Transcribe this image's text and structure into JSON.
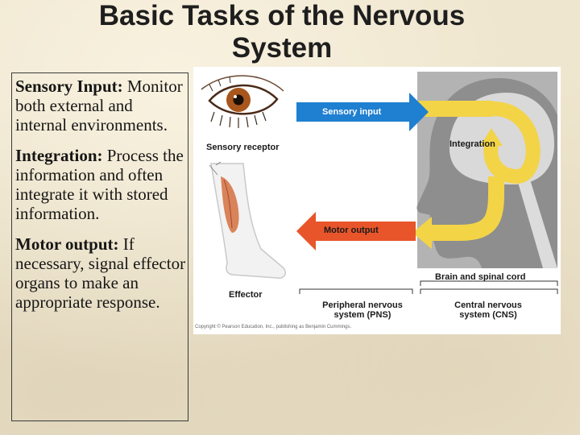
{
  "title": "Basic Tasks of the Nervous System",
  "sections": [
    {
      "term": "Sensory Input:",
      "text": "Monitor both external and internal environments."
    },
    {
      "term": "Integration:",
      "text": "Process the information and often integrate it with stored information."
    },
    {
      "term": "Motor output:",
      "text": "If necessary, signal effector organs to make an appropriate response."
    }
  ],
  "figure": {
    "sensory_input": "Sensory input",
    "integration": "Integration",
    "motor_output": "Motor output",
    "sensory_receptor": "Sensory receptor",
    "effector": "Effector",
    "brain_spinal_cord": "Brain and spinal cord",
    "pns_line1": "Peripheral nervous",
    "pns_line2": "system (PNS)",
    "cns_line1": "Central nervous",
    "cns_line2": "system (CNS)",
    "copyright": "Copyright © Pearson Education, Inc., publishing as Benjamin Cummings."
  },
  "colors": {
    "arrow_blue": "#1f7fd0",
    "arrow_red": "#e8552a",
    "arrow_yellow": "#f3d447",
    "head_gray": "#9a9a9a"
  }
}
